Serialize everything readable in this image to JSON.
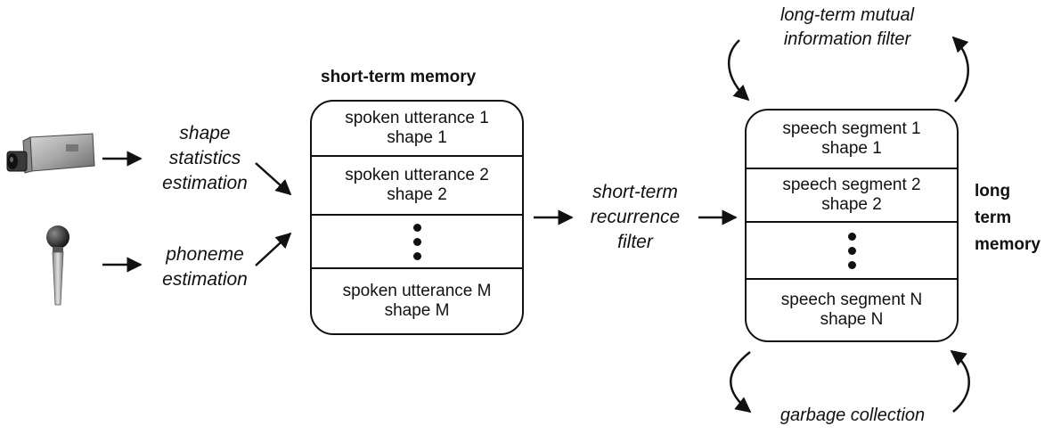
{
  "inputs": {
    "camera_icon": "camera-icon",
    "microphone_icon": "microphone-icon"
  },
  "estimators": {
    "shape": [
      "shape",
      "statistics",
      "estimation"
    ],
    "phoneme": [
      "phoneme",
      "estimation"
    ]
  },
  "short_term_memory": {
    "title": "short-term memory",
    "entries": [
      {
        "line1": "spoken utterance 1",
        "line2": "shape 1"
      },
      {
        "line1": "spoken utterance 2",
        "line2": "shape 2"
      },
      {
        "line1": "spoken utterance M",
        "line2": "shape M"
      }
    ]
  },
  "recurrence_filter": [
    "short-term",
    "recurrence",
    "filter"
  ],
  "long_term_memory": {
    "title": [
      "long",
      "term",
      "memory"
    ],
    "entries": [
      {
        "line1": "speech segment 1",
        "line2": "shape 1"
      },
      {
        "line1": "speech segment 2",
        "line2": "shape 2"
      },
      {
        "line1": "speech segment N",
        "line2": "shape N"
      }
    ]
  },
  "mutual_info_filter": [
    "long-term mutual",
    "information filter"
  ],
  "garbage_collection": "garbage collection"
}
